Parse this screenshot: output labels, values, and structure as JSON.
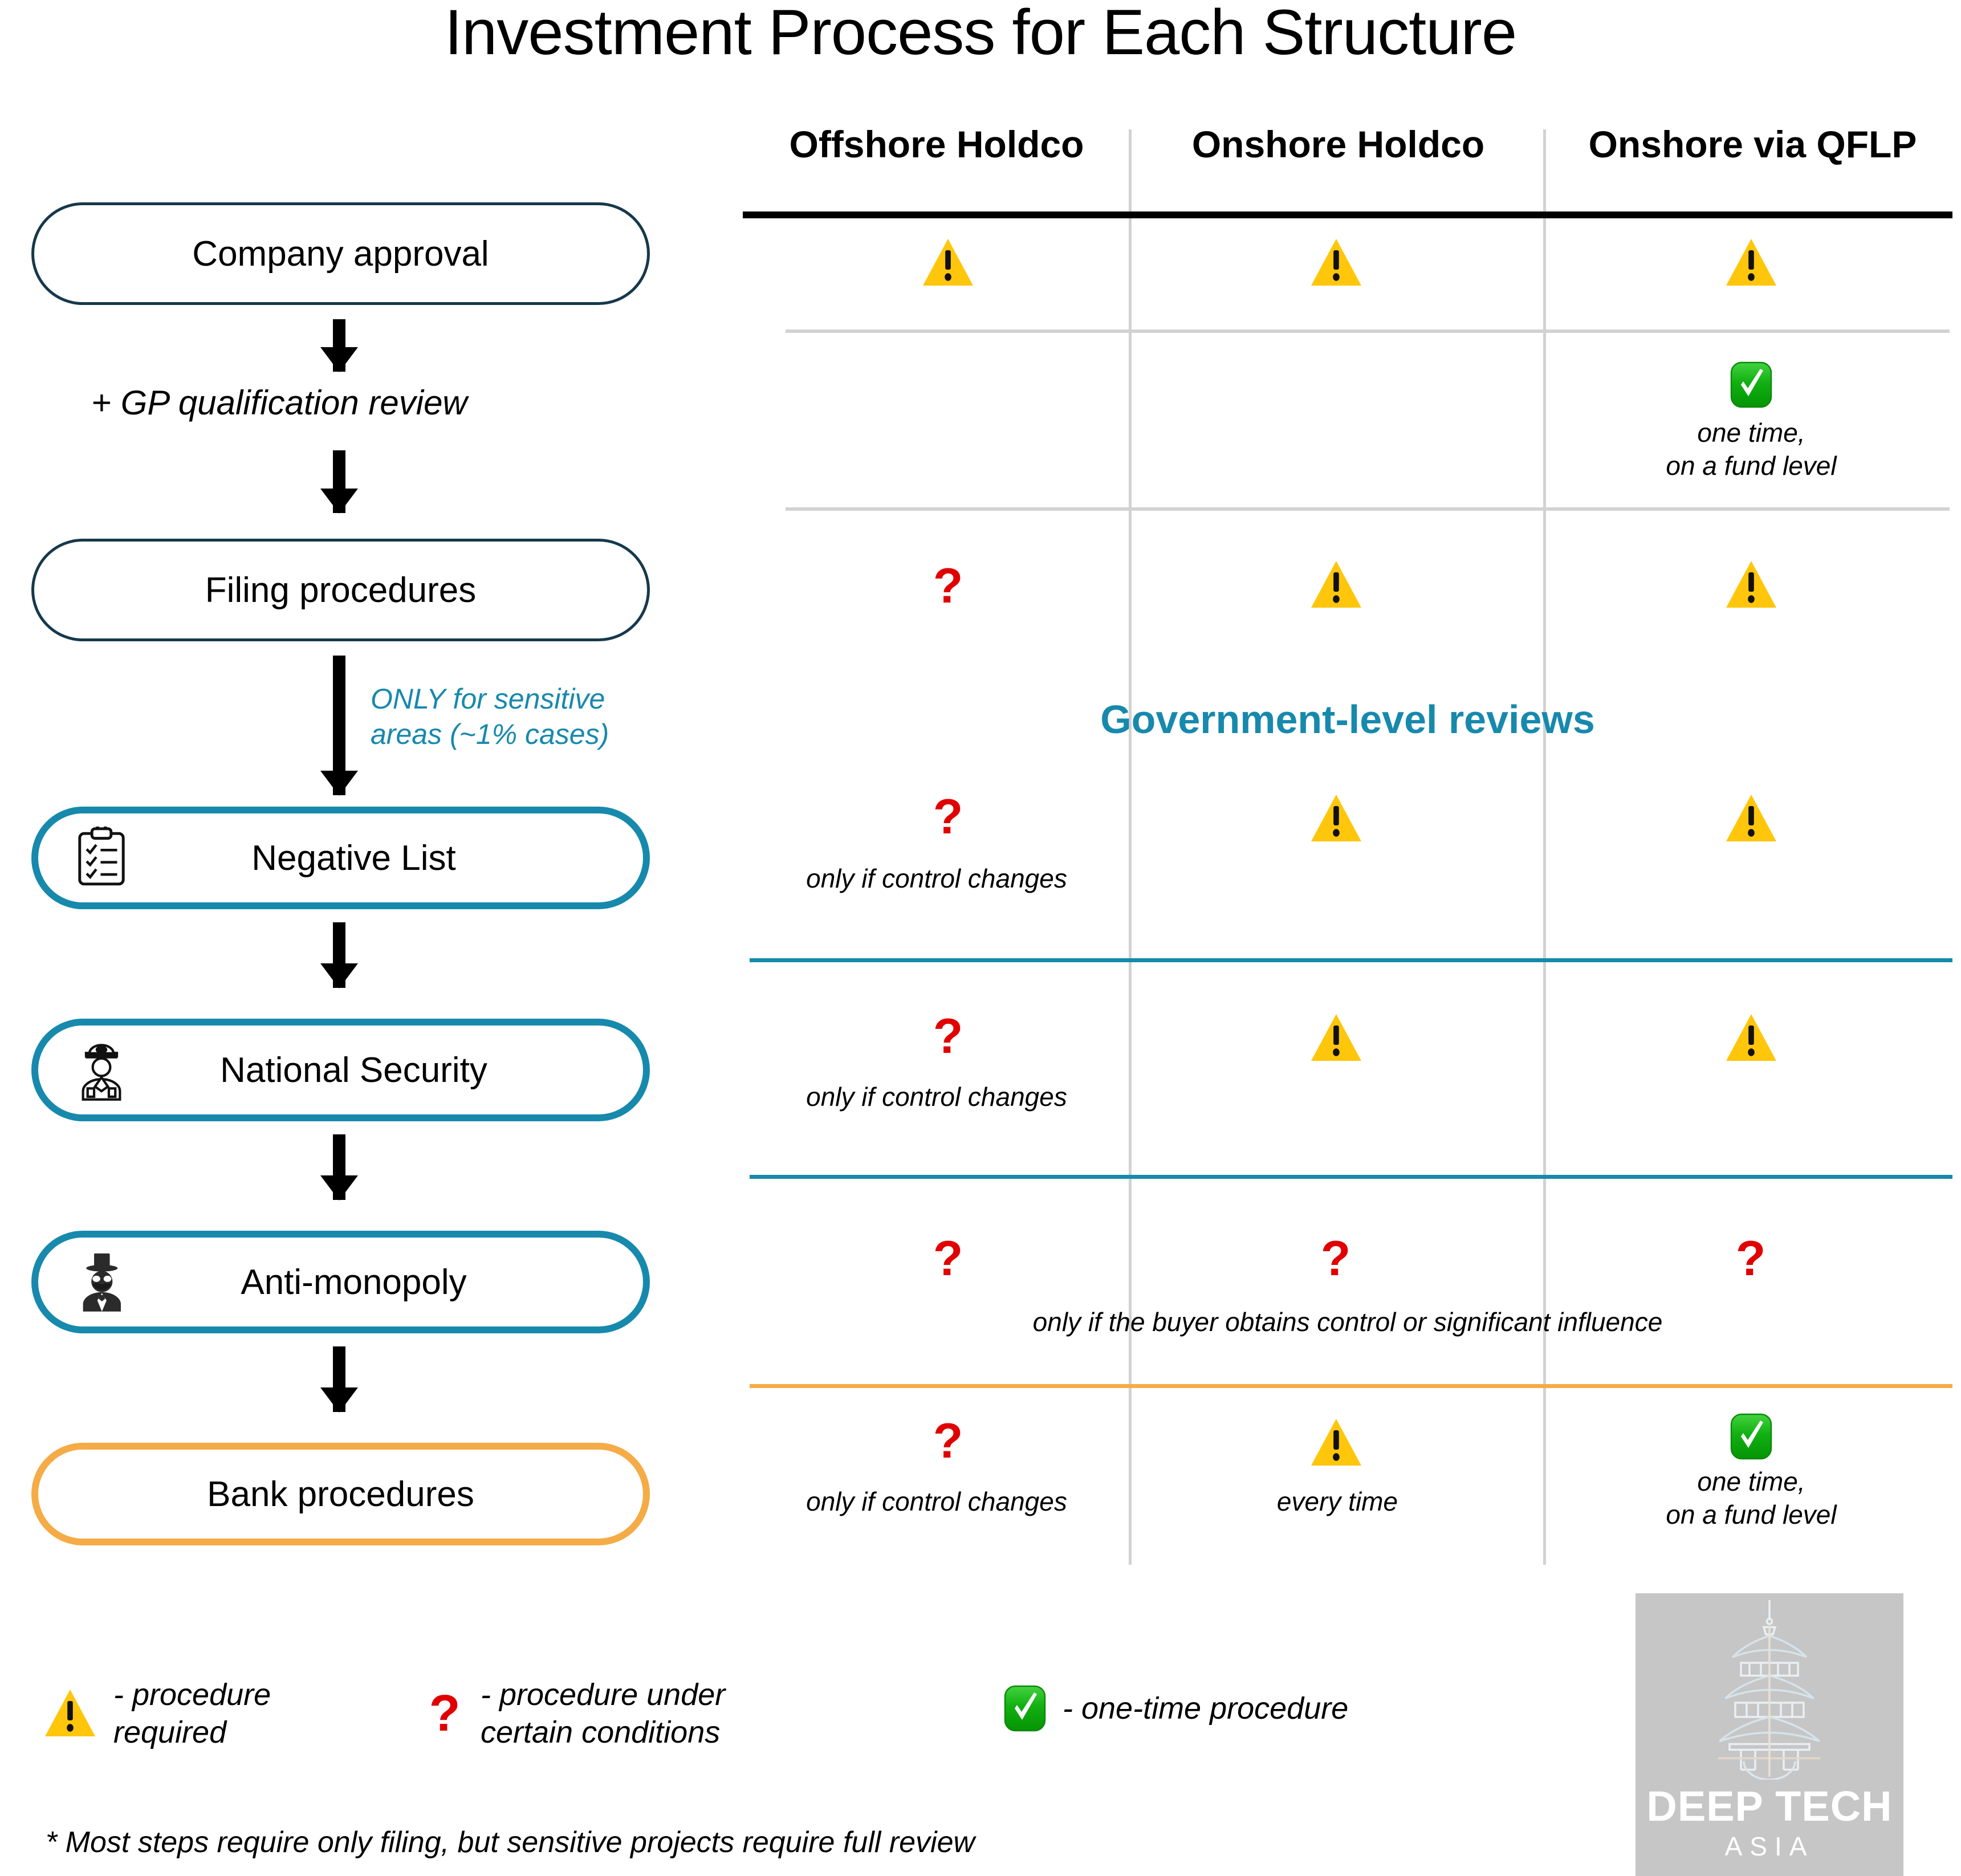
{
  "title": "Investment Process for Each Structure",
  "colors": {
    "teal": "#1789ad",
    "dark_navy": "#16394b",
    "orange": "#f5ab46",
    "warning_yellow": "#ffc60b",
    "question_red": "#e00000",
    "check_green": "#14ae14",
    "grid_grey": "#d2d2d2",
    "logo_grey": "#c6c6c6"
  },
  "flow": {
    "steps": [
      {
        "label": "Company approval",
        "style": "plain",
        "icon": null
      },
      {
        "label": "Filing procedures",
        "style": "plain",
        "icon": null
      },
      {
        "label": "Negative List",
        "style": "teal",
        "icon": "clipboard-checklist-icon"
      },
      {
        "label": "National Security",
        "style": "teal",
        "icon": "police-officer-icon"
      },
      {
        "label": "Anti-monopoly",
        "style": "teal",
        "icon": "businessman-tophat-icon"
      },
      {
        "label": "Bank procedures",
        "style": "orange",
        "icon": null
      }
    ],
    "mid_note": "+ GP qualification review",
    "side_note_line1": "ONLY for sensitive",
    "side_note_line2": "areas (~1% cases)"
  },
  "table": {
    "columns": [
      "Offshore Holdco",
      "Onshore Holdco",
      "Onshore via QFLP"
    ],
    "section_label": "Government-level reviews",
    "rows": [
      {
        "name": "company-approval",
        "cells": [
          {
            "mark": "warning",
            "note": ""
          },
          {
            "mark": "warning",
            "note": ""
          },
          {
            "mark": "warning",
            "note": ""
          }
        ]
      },
      {
        "name": "gp-qualification-review",
        "cells": [
          {
            "mark": "none",
            "note": ""
          },
          {
            "mark": "none",
            "note": ""
          },
          {
            "mark": "check",
            "note": "one time,\non a fund level"
          }
        ]
      },
      {
        "name": "filing-procedures",
        "cells": [
          {
            "mark": "question",
            "note": ""
          },
          {
            "mark": "warning",
            "note": ""
          },
          {
            "mark": "warning",
            "note": ""
          }
        ]
      },
      {
        "name": "negative-list",
        "cells": [
          {
            "mark": "question",
            "note": "only if control changes"
          },
          {
            "mark": "warning",
            "note": ""
          },
          {
            "mark": "warning",
            "note": ""
          }
        ]
      },
      {
        "name": "national-security",
        "cells": [
          {
            "mark": "question",
            "note": "only if control changes"
          },
          {
            "mark": "warning",
            "note": ""
          },
          {
            "mark": "warning",
            "note": ""
          }
        ]
      },
      {
        "name": "anti-monopoly",
        "span_note": "only if the buyer obtains control or significant influence",
        "cells": [
          {
            "mark": "question",
            "note": ""
          },
          {
            "mark": "question",
            "note": ""
          },
          {
            "mark": "question",
            "note": ""
          }
        ]
      },
      {
        "name": "bank-procedures",
        "cells": [
          {
            "mark": "question",
            "note": "only if control changes"
          },
          {
            "mark": "warning",
            "note": "every time"
          },
          {
            "mark": "check",
            "note": "one time,\non a fund level"
          }
        ]
      }
    ]
  },
  "legend": [
    {
      "icon": "warning-triangle-icon",
      "line1": "- procedure",
      "line2": "required"
    },
    {
      "icon": "question-mark-icon",
      "line1": "- procedure under",
      "line2": "certain conditions"
    },
    {
      "icon": "green-check-icon",
      "line1": "- one-time procedure",
      "line2": ""
    }
  ],
  "footnote": "* Most steps require only filing, but sensitive projects require full review",
  "logo": {
    "name": "DEEP TECH",
    "sub": "ASIA",
    "icon": "pagoda-icon"
  }
}
